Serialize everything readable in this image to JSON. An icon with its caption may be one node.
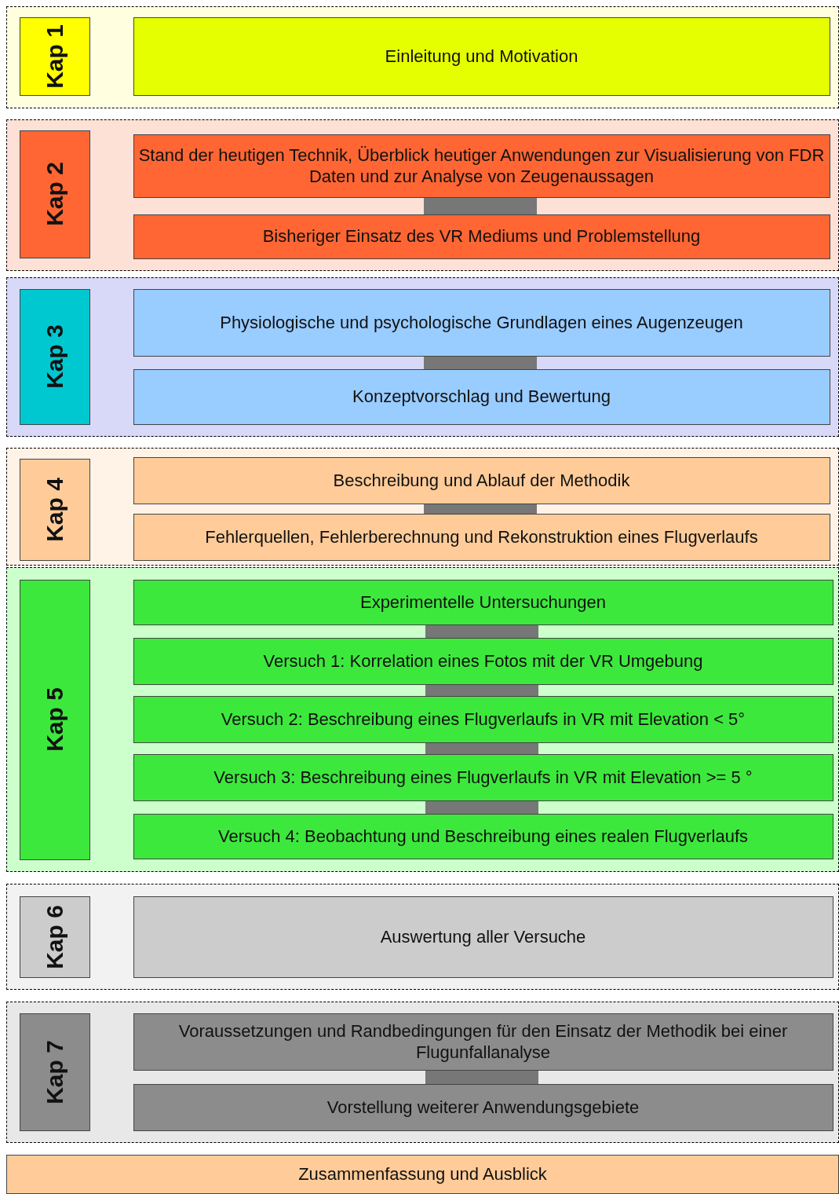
{
  "diagram": {
    "nodes": [
      {
        "text": [],
        "shape": "box"
      },
      {
        "text": [
          "Kap 1"
        ],
        "in": 0
      },
      {
        "text": [
          "Einleitung und Motivation"
        ],
        "in": 0
      },
      {
        "text": [],
        "shape": "box"
      },
      {
        "text": [
          "Kap 2"
        ],
        "in": 3
      },
      {
        "text": [
          "Stand der heutigen Technik, Überblick heutiger Anwendungen zur Visualisierung von FDR Daten und zur Analyse von Zeugenaussagen"
        ],
        "in": 3
      },
      {
        "text": [
          "Bisheriger Einsatz des VR Mediums und Problemstellung"
        ],
        "in": 3
      },
      {
        "text": [],
        "shape": "box"
      },
      {
        "text": [
          "Kap 3"
        ],
        "in": 7
      },
      {
        "text": [
          "Physiologische und psychologische Grundlagen eines Augenzeugen"
        ],
        "in": 7
      },
      {
        "text": [
          "Konzeptvorschlag und Bewertung"
        ],
        "in": 7
      },
      {
        "text": [],
        "shape": "box"
      },
      {
        "text": [
          "Kap 4"
        ],
        "in": 11
      },
      {
        "text": [
          "Beschreibung und Ablauf der Methodik"
        ],
        "in": 11
      },
      {
        "text": [
          "Fehlerquellen, Fehlerberechnung und Rekonstruktion eines Flugverlaufs"
        ],
        "in": 11
      },
      {
        "text": [],
        "shape": "box"
      },
      {
        "text": [
          "Kap 5"
        ],
        "in": 15
      },
      {
        "text": [
          "Experimentelle Untersuchungen"
        ],
        "in": 15
      },
      {
        "text": [
          "Versuch 1: Korrelation eines Fotos mit der VR Umgebung"
        ],
        "in": 15
      },
      {
        "text": [
          "Versuch 2: Beschreibung eines Flugverlaufs in VR mit Elevation < 5°"
        ],
        "in": 15
      },
      {
        "text": [
          "Versuch 3: Beschreibung eines Flugverlaufs in VR mit Elevation >= 5 °"
        ],
        "in": 15
      },
      {
        "text": [
          "Versuch 4: Beobachtung und Beschreibung eines realen Flugverlaufs"
        ],
        "in": 15
      },
      {
        "text": [],
        "shape": "box"
      },
      {
        "text": [
          "Kap 6"
        ],
        "in": 22
      },
      {
        "text": [
          "Auswertung aller Versuche"
        ],
        "in": 22
      },
      {
        "text": [],
        "shape": "box"
      },
      {
        "text": [
          "Kap 7"
        ],
        "in": 25
      },
      {
        "text": [
          "Voraussetzungen und Randbedingungen für den Einsatz der Methodik bei einer Flugunfallanalyse"
        ],
        "in": 25
      },
      {
        "text": [
          "Vorstellung weiterer Anwendungsgebiete"
        ],
        "in": 25
      },
      {
        "text": [
          "Zusammenfassung und Ausblick"
        ]
      }
    ],
    "edges": [
      {
        "from": 5,
        "to": 6,
        "arrow": "none"
      },
      {
        "from": 9,
        "to": 10,
        "arrow": "none"
      },
      {
        "from": 13,
        "to": 14,
        "arrow": "none"
      },
      {
        "from": 17,
        "to": 18,
        "arrow": "none"
      },
      {
        "from": 18,
        "to": 19,
        "arrow": "none"
      },
      {
        "from": 19,
        "to": 20,
        "arrow": "none"
      },
      {
        "from": 20,
        "to": 21,
        "arrow": "none"
      },
      {
        "from": 27,
        "to": 28,
        "arrow": "none"
      }
    ]
  }
}
